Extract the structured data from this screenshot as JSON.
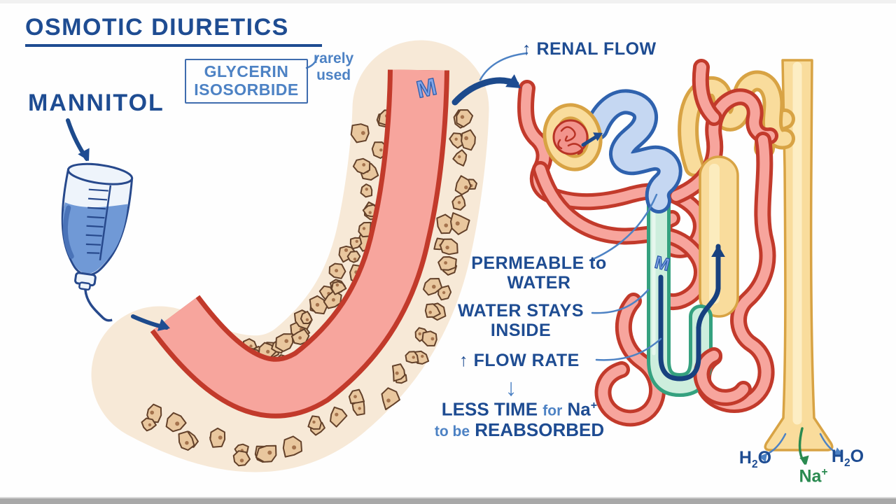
{
  "title": "OSMOTIC DIURETICS",
  "drugs": {
    "main": "MANNITOL",
    "box_line1": "GLYCERIN",
    "box_line2": "ISOSORBIDE",
    "box_note_line1": "rarely",
    "box_note_line2": "used"
  },
  "annotations": {
    "renal_flow": {
      "arrow": "↑",
      "text": "RENAL FLOW"
    },
    "permeable": {
      "line1": "PERMEABLE to",
      "line2": "WATER"
    },
    "water_stays": {
      "line1": "WATER STAYS",
      "line2": "INSIDE"
    },
    "flow_rate": {
      "arrow": "↑",
      "text": "FLOW RATE"
    },
    "down_arrow": "↓",
    "less_time": {
      "part1": "LESS TIME",
      "part2": "for",
      "part3": "Na",
      "part3_sup": "+",
      "part4": "to be",
      "part5": "REABSORBED"
    }
  },
  "molecules": {
    "h2o": {
      "h": "H",
      "sub": "2",
      "o": "O"
    },
    "sodium": {
      "base": "Na",
      "sup": "+"
    }
  },
  "markers": {
    "mannitol_initial": "M"
  },
  "colors": {
    "navy": "#1e4c92",
    "navy_dark": "#17417f",
    "light_blue": "#4d82c4",
    "green_text": "#2a8a50",
    "vessel_fill": "#f7a59d",
    "vessel_stroke": "#c23a2b",
    "tissue_band": "#f7e9d7",
    "cell_fill": "#e9c79e",
    "cell_stroke": "#63412a",
    "cell_nucleus": "#a5734d",
    "capsule_stroke": "#d8a344",
    "capsule_fill": "#f9dc9c",
    "tubule_blue_stroke": "#2f62ae",
    "tubule_blue_fill": "#c5d7f2",
    "loop_green_stroke": "#35a17f",
    "loop_green_fill": "#cdeedd",
    "duct_fill": "#f9dc9c",
    "duct_stroke": "#d8a344",
    "marker_fill": "#82a4e6",
    "iv_liquid": "#7099d6",
    "iv_outline": "#27498c"
  }
}
